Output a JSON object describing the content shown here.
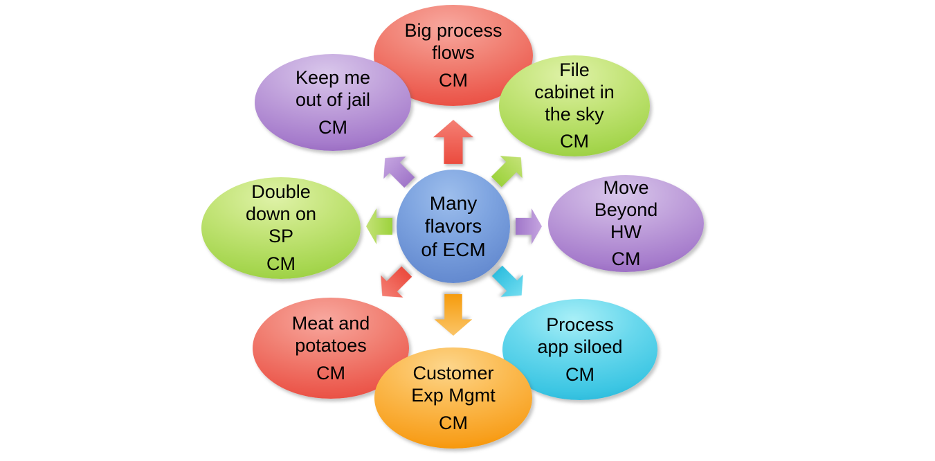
{
  "diagram": {
    "type": "radial",
    "background_color": "#FFFFFF",
    "text_color": "#000000",
    "center": {
      "id": "many-flavors-of-ecm",
      "label": "Many\nflavors\nof ECM",
      "color": "#5278C4"
    },
    "nodes": [
      {
        "id": "big-process-flows",
        "label": "Big process\nflows",
        "tag": "CM",
        "position": "top",
        "color": "#EC5A4E",
        "arrow_color": "#EC5A4E"
      },
      {
        "id": "file-cabinet-in-the-sky",
        "label": "File\ncabinet in\nthe sky",
        "tag": "CM",
        "position": "top-right",
        "color": "#A6D64F",
        "arrow_color": "#A6D64F"
      },
      {
        "id": "move-beyond-hw",
        "label": "Move\nBeyond\nHW",
        "tag": "CM",
        "position": "right",
        "color": "#A67CCC",
        "arrow_color": "#A67CCC"
      },
      {
        "id": "process-app-siloed",
        "label": "Process\napp siloed",
        "tag": "CM",
        "position": "bottom-right",
        "color": "#3CC6E3",
        "arrow_color": "#3CC6E3"
      },
      {
        "id": "customer-exp-mgmt",
        "label": "Customer\nExp Mgmt",
        "tag": "CM",
        "position": "bottom",
        "color": "#F8A01E",
        "arrow_color": "#F8A01E"
      },
      {
        "id": "meat-and-potatoes",
        "label": "Meat and\npotatoes",
        "tag": "CM",
        "position": "bottom-left",
        "color": "#EC5A4E",
        "arrow_color": "#EC5A4E"
      },
      {
        "id": "double-down-on-sp",
        "label": "Double\ndown on\nSP",
        "tag": "CM",
        "position": "left",
        "color": "#A6D64F",
        "arrow_color": "#A6D64F"
      },
      {
        "id": "keep-me-out-of-jail",
        "label": "Keep me\nout of jail",
        "tag": "CM",
        "position": "top-left",
        "color": "#A67CCC",
        "arrow_color": "#A67CCC"
      }
    ]
  }
}
